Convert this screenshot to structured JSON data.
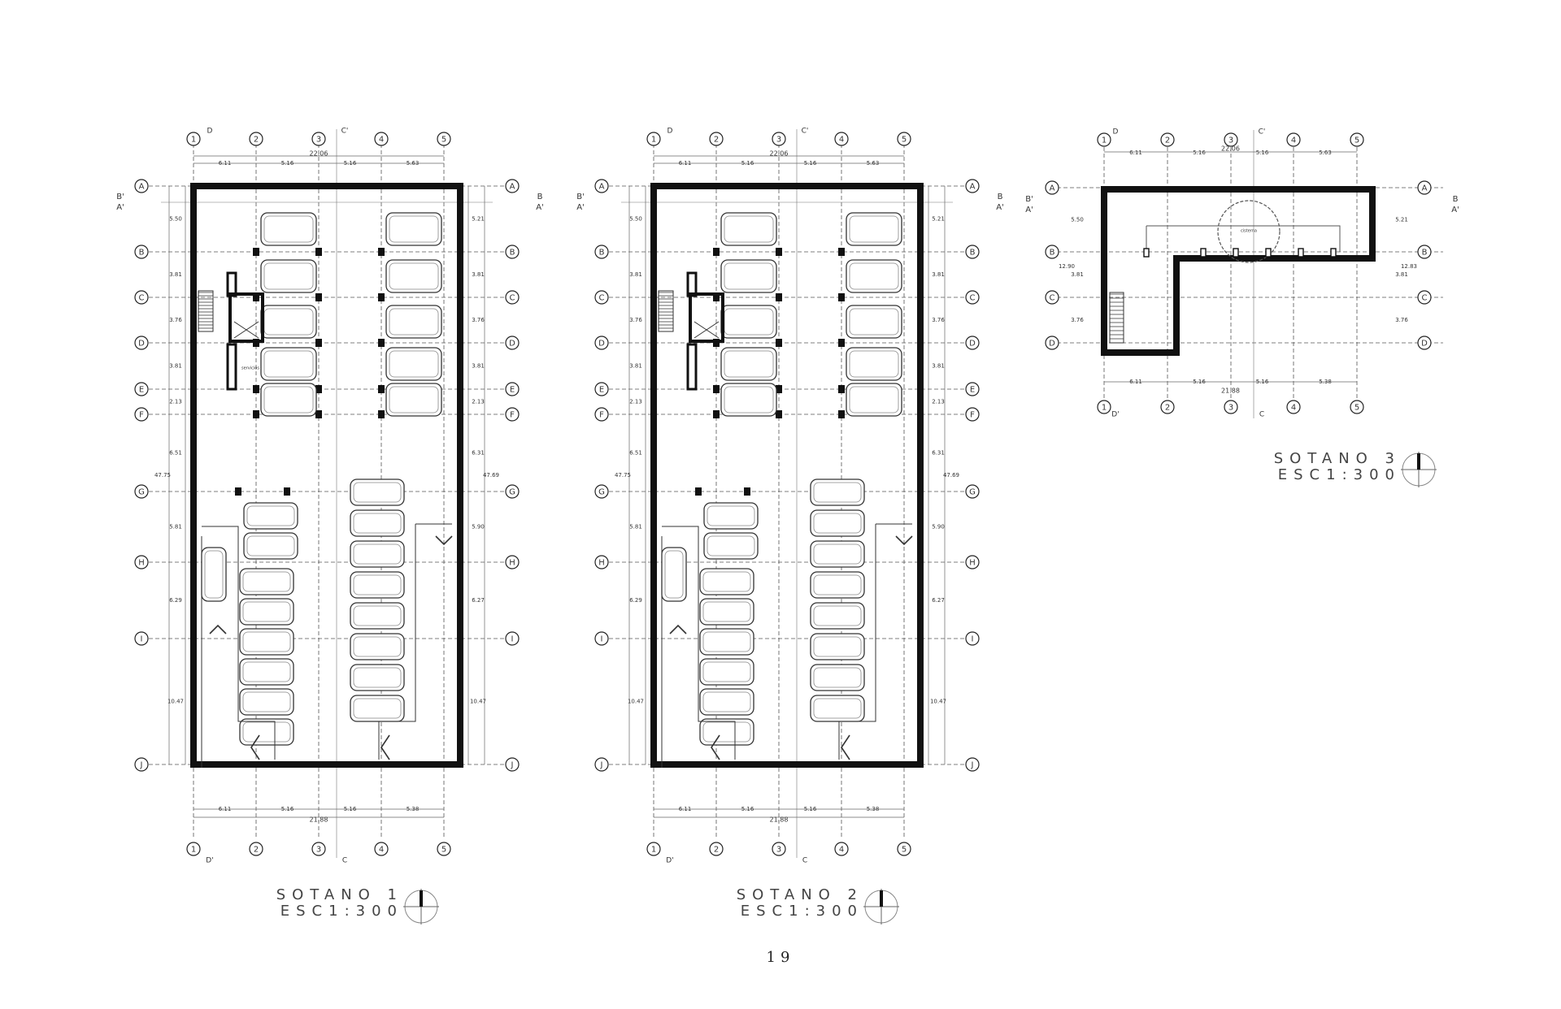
{
  "page_number": "19",
  "plans": [
    {
      "id": "sotano-1",
      "title": "SOTANO 1",
      "scale": "ESC1:300",
      "rows": [
        "A",
        "B",
        "C",
        "D",
        "E",
        "F",
        "G",
        "H",
        "I",
        "J"
      ],
      "cols": [
        "1",
        "2",
        "3",
        "4",
        "5"
      ],
      "row_dims_left": [
        "5.50",
        "3.81",
        "3.76",
        "3.81",
        "2.13",
        "6.51",
        "5.81",
        "6.29",
        "10.47"
      ],
      "row_dims_right": [
        "5.21",
        "3.81",
        "3.76",
        "3.81",
        "2.13",
        "6.31",
        "5.90",
        "6.27",
        "10.47"
      ],
      "col_dims_top": [
        "6.11",
        "5.16",
        "5.16",
        "5.63"
      ],
      "col_dims_bottom": [
        "6.11",
        "5.16",
        "5.16",
        "5.38"
      ],
      "total_width_top": "22.06",
      "total_width_bottom": "21.88",
      "total_height_left": "47.75",
      "total_height_right": "47.69",
      "section_marks": [
        "A",
        "A'",
        "B",
        "B'",
        "C",
        "C'",
        "D",
        "D'"
      ],
      "room_label": "servicios"
    },
    {
      "id": "sotano-2",
      "title": "SOTANO 2",
      "scale": "ESC1:300",
      "rows": [
        "A",
        "B",
        "C",
        "D",
        "E",
        "F",
        "G",
        "H",
        "I",
        "J"
      ],
      "cols": [
        "1",
        "2",
        "3",
        "4",
        "5"
      ],
      "row_dims_left": [
        "5.50",
        "3.81",
        "3.76",
        "3.81",
        "2.13",
        "6.51",
        "5.81",
        "6.29",
        "10.47"
      ],
      "row_dims_right": [
        "5.21",
        "3.81",
        "3.76",
        "3.81",
        "2.13",
        "6.31",
        "5.90",
        "6.27",
        "10.47"
      ],
      "col_dims_top": [
        "6.11",
        "5.16",
        "5.16",
        "5.63"
      ],
      "col_dims_bottom": [
        "6.11",
        "5.16",
        "5.16",
        "5.38"
      ],
      "total_width_top": "22.06",
      "total_width_bottom": "21.88",
      "total_height_left": "47.75",
      "total_height_right": "47.69",
      "section_marks": [
        "A",
        "A'",
        "B",
        "B'",
        "C",
        "C'",
        "D",
        "D'"
      ],
      "room_label": ""
    },
    {
      "id": "sotano-3",
      "title": "SOTANO 3",
      "scale": "ESC1:300",
      "rows": [
        "A",
        "B",
        "C",
        "D"
      ],
      "cols": [
        "1",
        "2",
        "3",
        "4",
        "5"
      ],
      "row_dims_left": [
        "5.50",
        "3.81",
        "3.76"
      ],
      "row_dims_right": [
        "5.21",
        "3.81",
        "3.76"
      ],
      "col_dims_top": [
        "6.11",
        "5.16",
        "5.16",
        "5.63"
      ],
      "col_dims_bottom": [
        "6.11",
        "5.16",
        "5.16",
        "5.38"
      ],
      "total_width_top": "22.06",
      "total_width_bottom": "21.88",
      "total_height_left": "12.90",
      "total_height_right": "12.83",
      "section_marks": [
        "A",
        "A'",
        "B",
        "B'",
        "C",
        "C'",
        "D",
        "D'"
      ],
      "room_label": "cisterna"
    }
  ]
}
